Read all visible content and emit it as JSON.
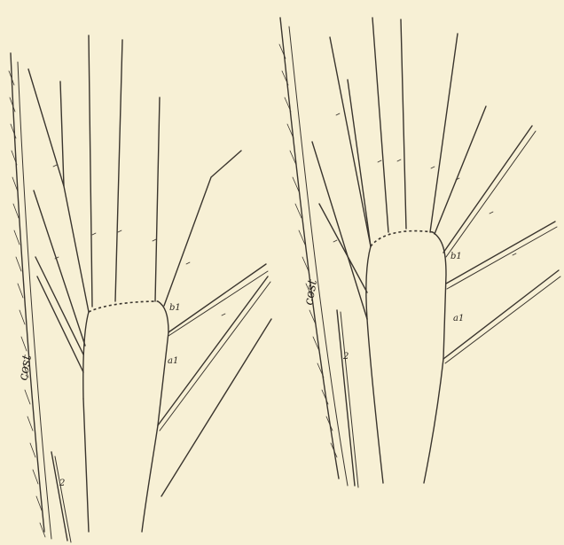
{
  "figure": {
    "left_wing": {
      "costa_label": "cost",
      "vein_labels": [
        "a1",
        "b1",
        "2"
      ]
    },
    "right_wing": {
      "costa_label": "cost",
      "vein_labels": [
        "a1",
        "b1",
        "2"
      ]
    },
    "colors": {
      "background": "#f7f0d5",
      "ink": "#3a352e"
    }
  }
}
